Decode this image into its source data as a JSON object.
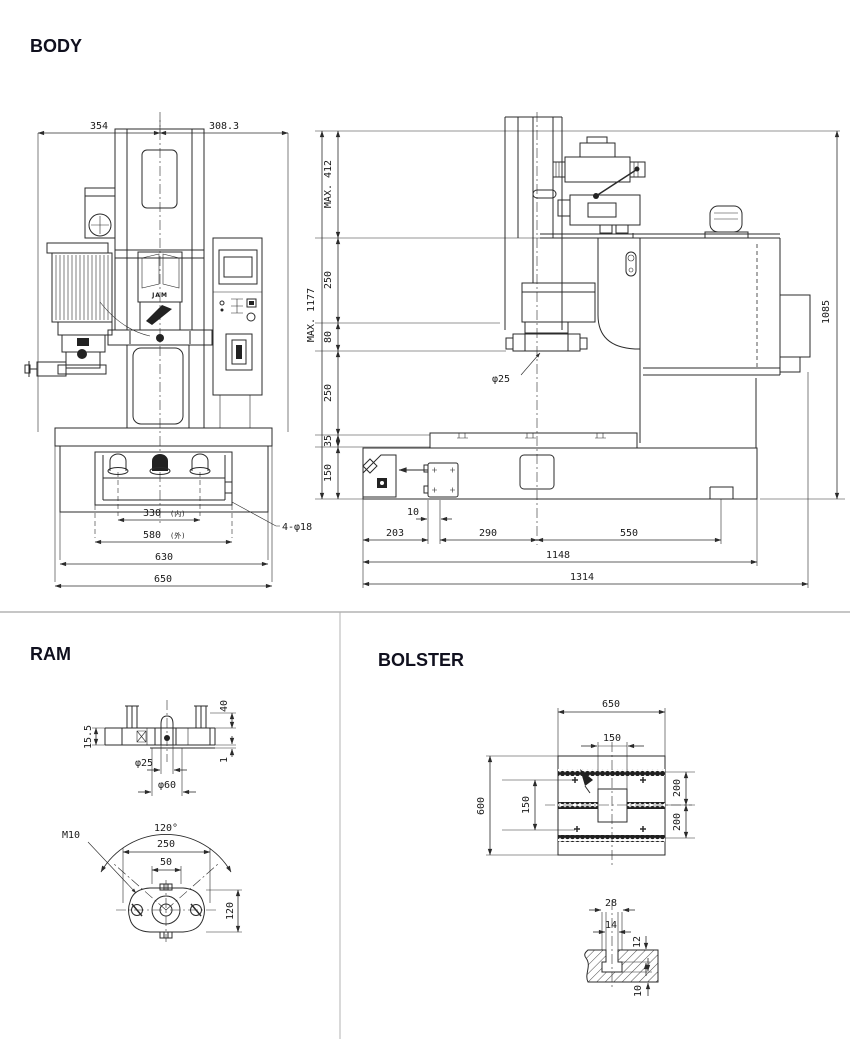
{
  "colors": {
    "line": "#2b2b2b",
    "divider": "#b3b3b3",
    "text": "#1a1a1a"
  },
  "sections": {
    "body": {
      "title": "BODY"
    },
    "ram": {
      "title": "RAM"
    },
    "bolster": {
      "title": "BOLSTER"
    }
  },
  "body": {
    "front": {
      "logo": "JAM",
      "dims": {
        "top_left": "354",
        "top_right": "308.3",
        "span_330": "330",
        "span_330_suffix": "(内)",
        "span_580": "580",
        "span_580_suffix": "(外)",
        "base_630": "630",
        "base_650": "650",
        "holes": "4-φ18"
      }
    },
    "side": {
      "dims": {
        "overall_height": "MAX. 1177",
        "stroke_max": "MAX. 412",
        "upper_250": "250",
        "mid_80": "80",
        "lower_250": "250",
        "pad_35": "35",
        "base_150": "150",
        "height_right": "1085",
        "rod_dia": "φ25",
        "gap_10": "10",
        "x_203": "203",
        "x_290": "290",
        "x_550": "550",
        "length_1148": "1148",
        "length_1314": "1314"
      }
    }
  },
  "ram": {
    "dims": {
      "top_40": "40",
      "plate_15_5": "15.5",
      "plate_1": "1",
      "rod_dia": "φ25",
      "boss_dia": "φ60",
      "thread": "M10",
      "angle": "120°",
      "width_250": "250",
      "pitch_50": "50",
      "height_120": "120"
    }
  },
  "bolster": {
    "dims": {
      "width_650": "650",
      "top_150": "150",
      "depth_600": "600",
      "left_150": "150",
      "right_200a": "200",
      "right_200b": "200",
      "slot_28": "28",
      "slot_14": "14",
      "slot_12": "12",
      "slot_10": "10"
    }
  }
}
